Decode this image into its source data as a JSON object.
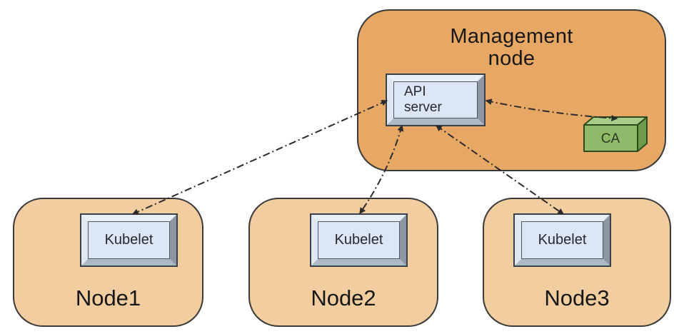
{
  "diagram": {
    "management_node": {
      "title": "Management\nnode",
      "api_server": {
        "label": "API\nserver"
      },
      "ca": {
        "label": "CA"
      }
    },
    "nodes": [
      {
        "label": "Node1",
        "component": "Kubelet"
      },
      {
        "label": "Node2",
        "component": "Kubelet"
      },
      {
        "label": "Node3",
        "component": "Kubelet"
      }
    ],
    "edges": [
      {
        "from": "api-server",
        "to": "kubelet-node1",
        "style": "dash-dot",
        "arrows": "both"
      },
      {
        "from": "api-server",
        "to": "kubelet-node2",
        "style": "dash-dot",
        "arrows": "both"
      },
      {
        "from": "api-server",
        "to": "kubelet-node3",
        "style": "dash-dot",
        "arrows": "both"
      },
      {
        "from": "api-server",
        "to": "ca",
        "style": "dash-dot",
        "arrows": "both"
      }
    ],
    "colors": {
      "management_fill": "#e8a865",
      "node_fill": "#f1cd9f",
      "box_face": "#dbe7f4",
      "box_bevel_light": "#e9eff7",
      "box_bevel_dark": "#8d97a4",
      "ca_front": "#8eba69",
      "ca_top": "#a8cd89",
      "ca_side": "#6f9b4d",
      "outline": "#3a3a3a",
      "line": "#2b2b2b"
    }
  }
}
